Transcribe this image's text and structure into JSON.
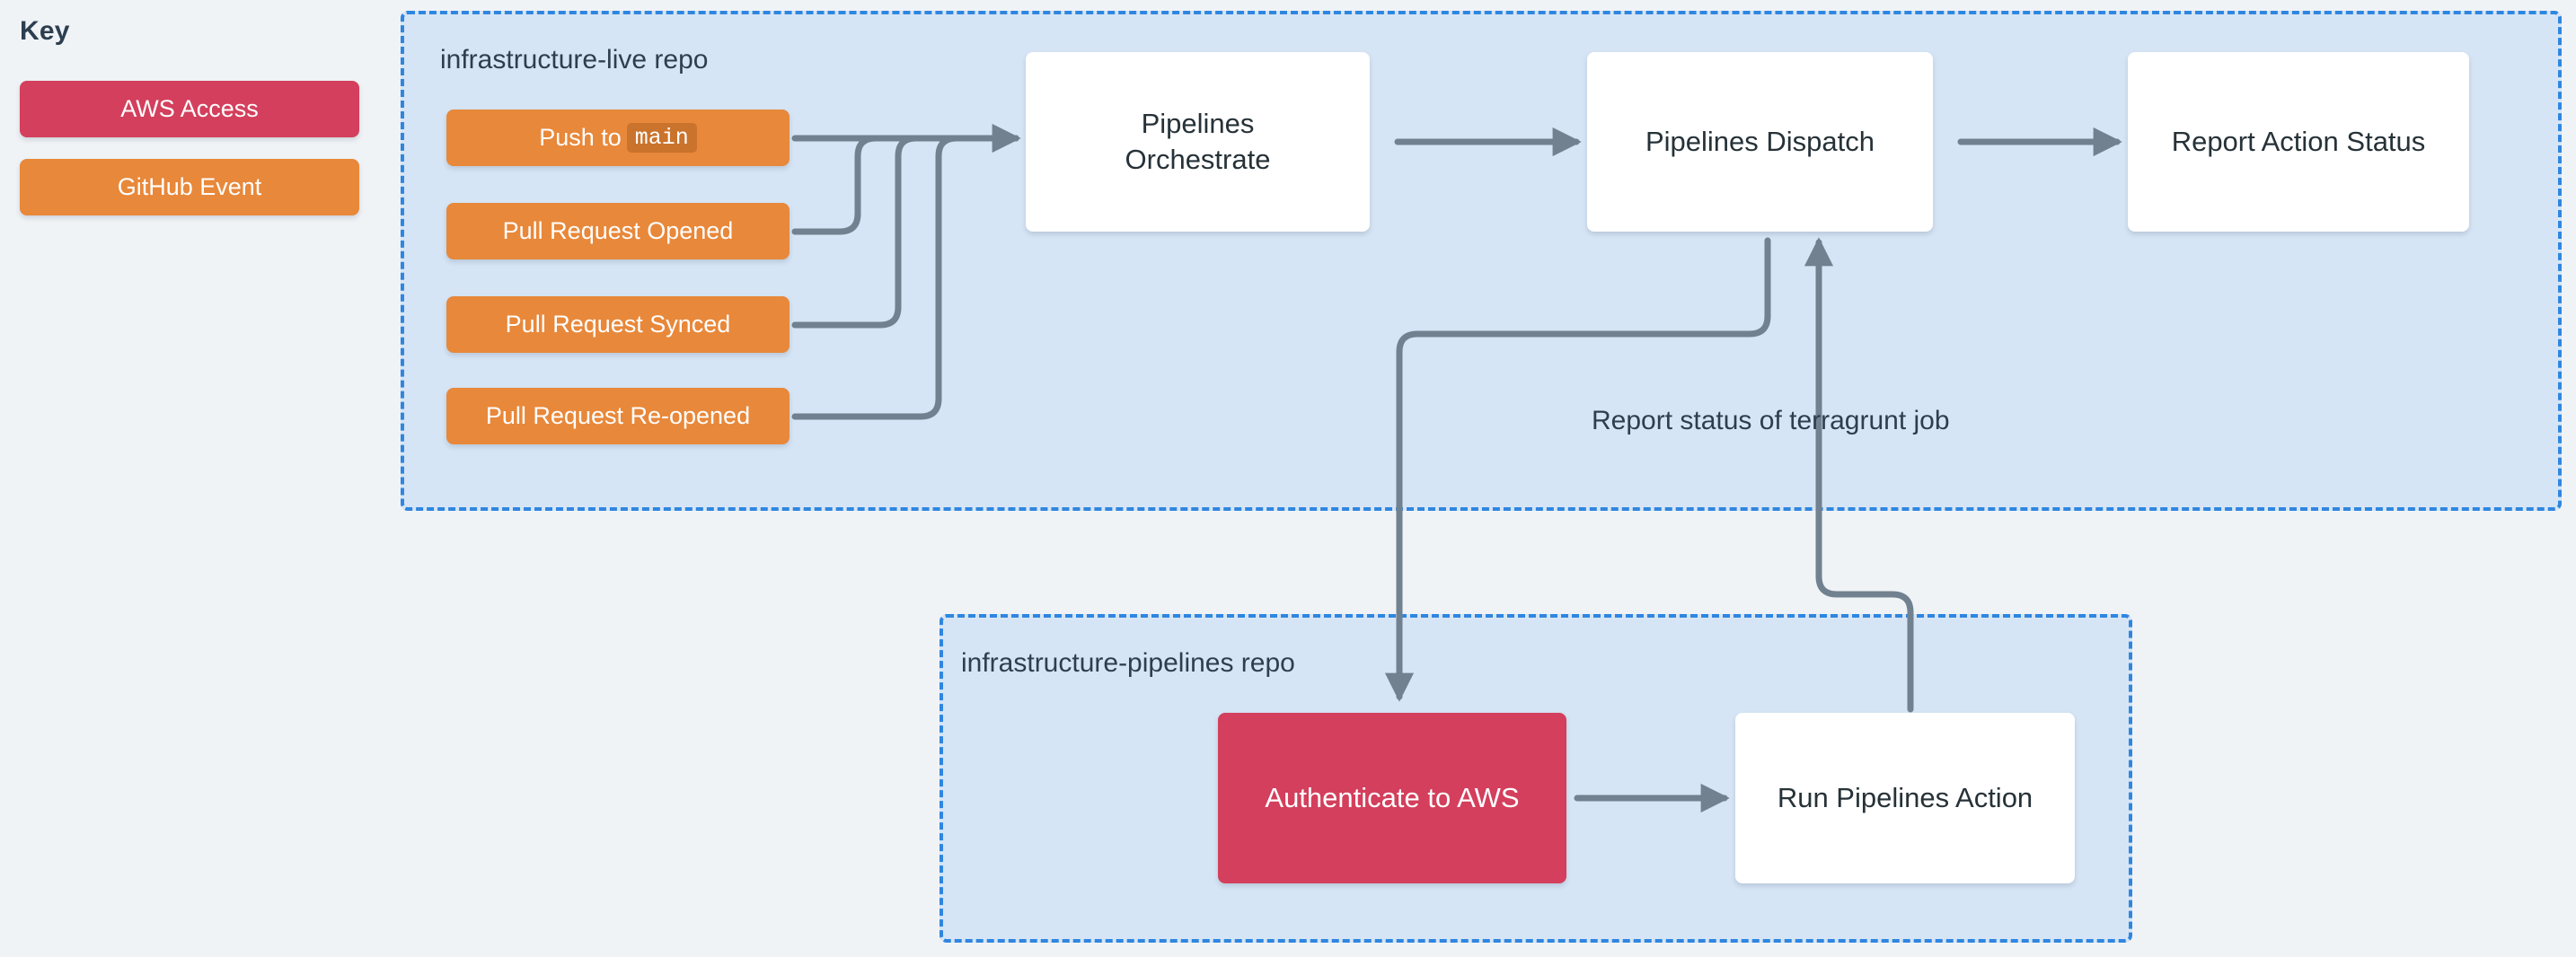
{
  "key": {
    "title": "Key",
    "items": [
      {
        "label": "AWS Access",
        "color": "#d33f5c"
      },
      {
        "label": "GitHub Event",
        "color": "#e8883a"
      }
    ]
  },
  "containers": {
    "live": {
      "label": "infrastructure-live repo",
      "border_color": "#2f86e0",
      "fill": "#d6e5f5"
    },
    "pipelines": {
      "label": "infrastructure-pipelines repo",
      "border_color": "#2f86e0",
      "fill": "#d6e5f5"
    }
  },
  "nodes": {
    "push_to_main": {
      "label": "Push to",
      "code": "main",
      "type": "github-event"
    },
    "pr_opened": {
      "label": "Pull Request Opened",
      "type": "github-event"
    },
    "pr_synced": {
      "label": "Pull Request Synced",
      "type": "github-event"
    },
    "pr_reopened": {
      "label": "Pull Request Re-opened",
      "type": "github-event"
    },
    "orchestrate": {
      "line1": "Pipelines",
      "line2": "Orchestrate",
      "type": "workflow"
    },
    "dispatch": {
      "label": "Pipelines Dispatch",
      "type": "workflow"
    },
    "report_status": {
      "label": "Report Action Status",
      "type": "workflow"
    },
    "authenticate": {
      "label": "Authenticate to AWS",
      "type": "aws-access"
    },
    "run_action": {
      "label": "Run Pipelines Action",
      "type": "workflow"
    }
  },
  "edges": {
    "terragrunt_status_label": "Report status of terragrunt job"
  },
  "colors": {
    "background": "#f0f3f6",
    "aws_access": "#d33f5c",
    "github_event": "#e8883a",
    "container_fill": "#d6e5f5",
    "container_border": "#2f86e0",
    "connector": "#71818f",
    "text": "#2c3e50"
  }
}
